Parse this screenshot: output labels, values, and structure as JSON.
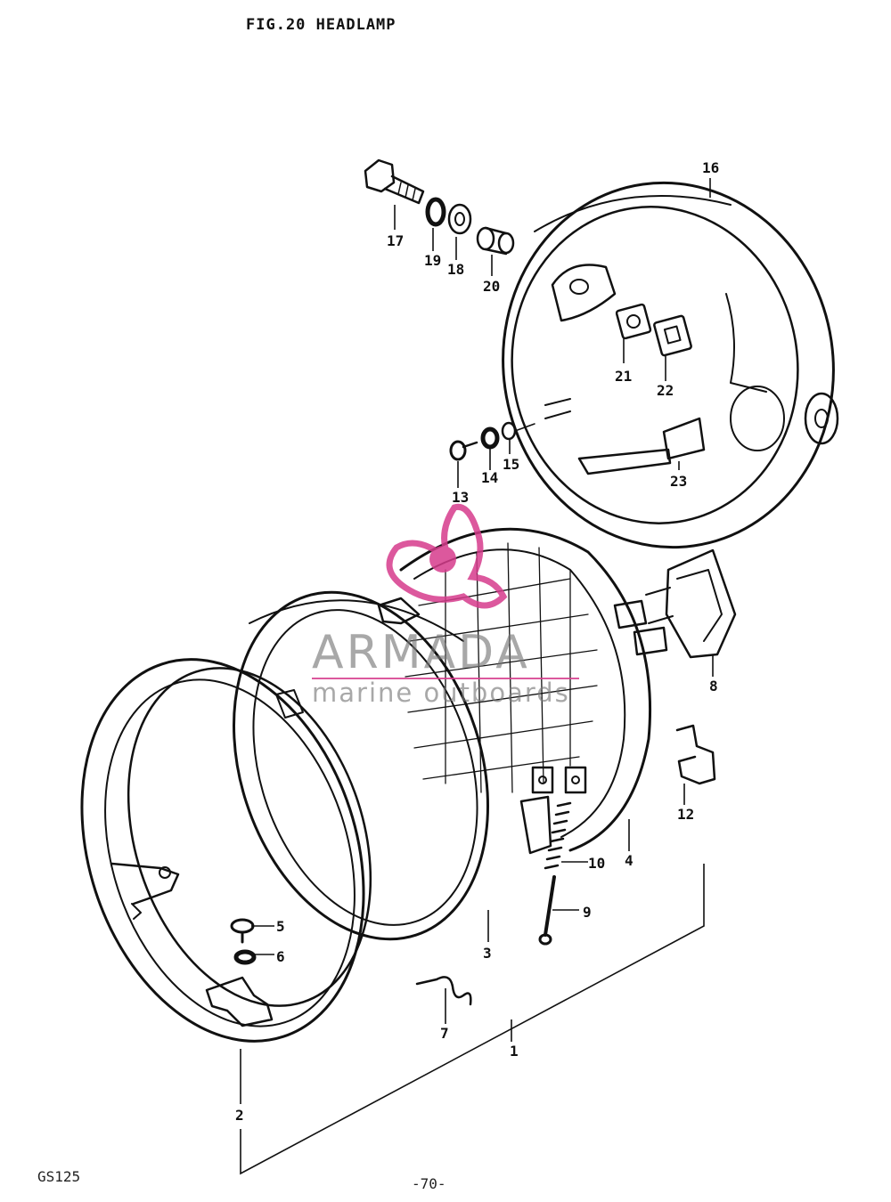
{
  "header": {
    "title": "FIG.20  HEADLAMP"
  },
  "footer": {
    "model_code": "GS125",
    "page_number": "-70-"
  },
  "watermark": {
    "brand": "ARMADA",
    "tagline": "marine outboards",
    "color": "#d63c8c"
  },
  "callouts": {
    "c1": "1",
    "c2": "2",
    "c3": "3",
    "c4": "4",
    "c5": "5",
    "c6": "6",
    "c7": "7",
    "c8": "8",
    "c9": "9",
    "c10": "10",
    "c12": "12",
    "c13": "13",
    "c14": "14",
    "c15": "15",
    "c16": "16",
    "c17": "17",
    "c18": "18",
    "c19": "19",
    "c20": "20",
    "c21": "21",
    "c22": "22",
    "c23": "23"
  }
}
